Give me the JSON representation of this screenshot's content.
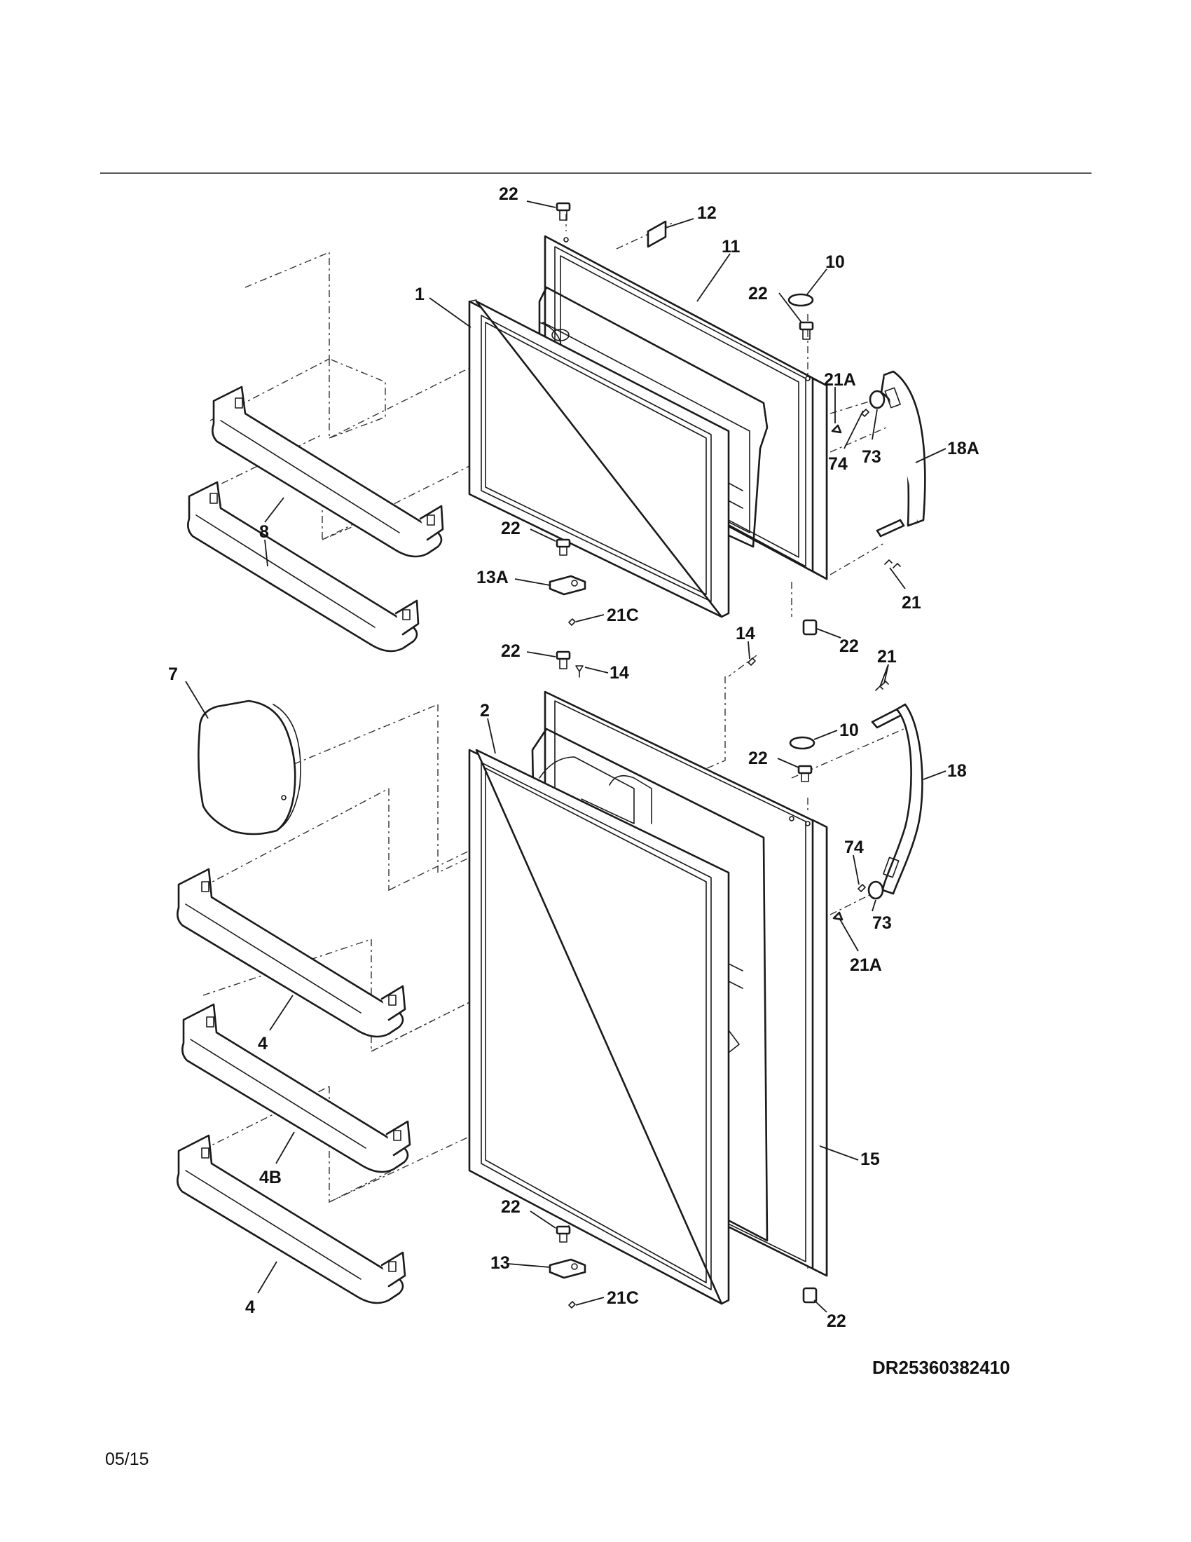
{
  "diagram": {
    "code": "DR25360382410",
    "date": "05/15"
  },
  "callouts": [
    {
      "id": "c-22-top",
      "text": "22"
    },
    {
      "id": "c-12",
      "text": "12"
    },
    {
      "id": "c-11",
      "text": "11"
    },
    {
      "id": "c-10-a",
      "text": "10"
    },
    {
      "id": "c-22-b",
      "text": "22"
    },
    {
      "id": "c-1",
      "text": "1"
    },
    {
      "id": "c-21a-a",
      "text": "21A"
    },
    {
      "id": "c-74-a",
      "text": "74"
    },
    {
      "id": "c-73-a",
      "text": "73"
    },
    {
      "id": "c-18a",
      "text": "18A"
    },
    {
      "id": "c-8",
      "text": "8"
    },
    {
      "id": "c-22-c",
      "text": "22"
    },
    {
      "id": "c-13a",
      "text": "13A"
    },
    {
      "id": "c-21c-a",
      "text": "21C"
    },
    {
      "id": "c-21-a",
      "text": "21"
    },
    {
      "id": "c-22-d",
      "text": "22"
    },
    {
      "id": "c-14-a",
      "text": "14"
    },
    {
      "id": "c-22-e",
      "text": "22"
    },
    {
      "id": "c-14-b",
      "text": "14"
    },
    {
      "id": "c-7",
      "text": "7"
    },
    {
      "id": "c-2",
      "text": "2"
    },
    {
      "id": "c-21-b",
      "text": "21"
    },
    {
      "id": "c-10-b",
      "text": "10"
    },
    {
      "id": "c-22-f",
      "text": "22"
    },
    {
      "id": "c-18",
      "text": "18"
    },
    {
      "id": "c-74-b",
      "text": "74"
    },
    {
      "id": "c-73-b",
      "text": "73"
    },
    {
      "id": "c-21a-b",
      "text": "21A"
    },
    {
      "id": "c-4-a",
      "text": "4"
    },
    {
      "id": "c-4b",
      "text": "4B"
    },
    {
      "id": "c-15",
      "text": "15"
    },
    {
      "id": "c-22-g",
      "text": "22"
    },
    {
      "id": "c-13",
      "text": "13"
    },
    {
      "id": "c-21c-b",
      "text": "21C"
    },
    {
      "id": "c-22-h",
      "text": "22"
    },
    {
      "id": "c-4-b",
      "text": "4"
    }
  ]
}
